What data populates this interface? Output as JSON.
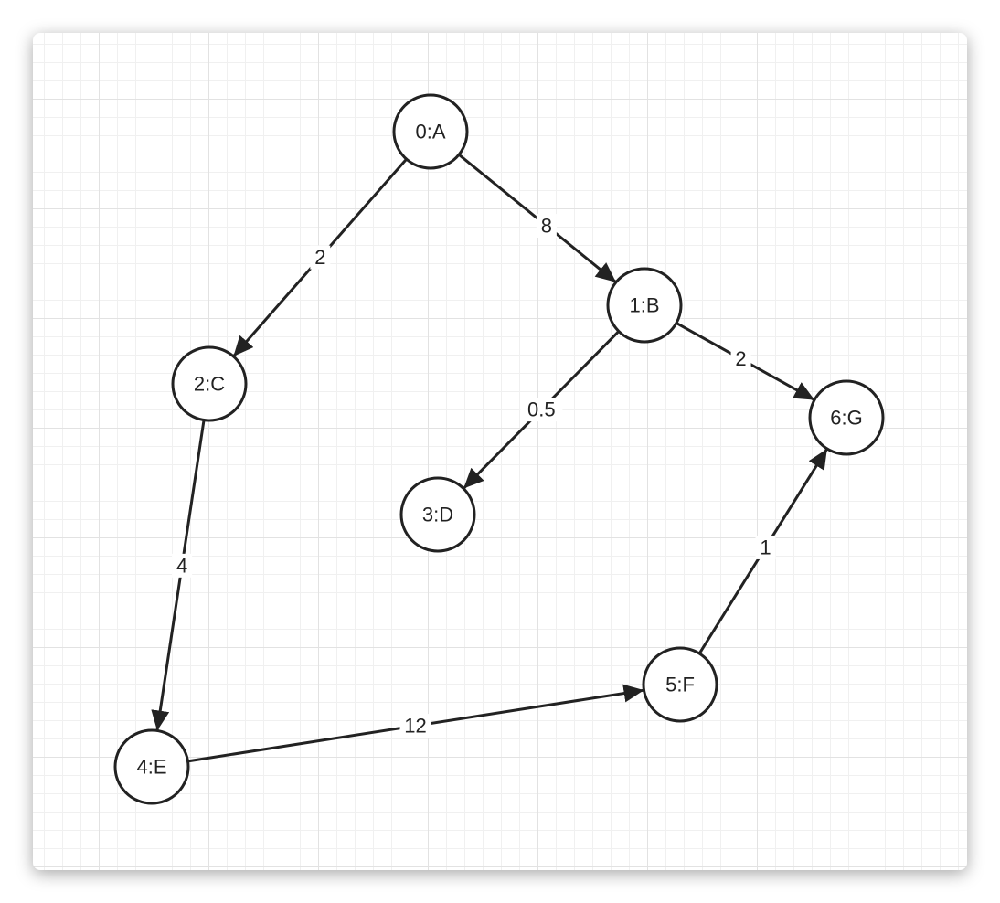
{
  "graph": {
    "nodes": [
      {
        "id": "A",
        "label": "0:A"
      },
      {
        "id": "B",
        "label": "1:B"
      },
      {
        "id": "C",
        "label": "2:C"
      },
      {
        "id": "D",
        "label": "3:D"
      },
      {
        "id": "E",
        "label": "4:E"
      },
      {
        "id": "F",
        "label": "5:F"
      },
      {
        "id": "G",
        "label": "6:G"
      }
    ],
    "edges": [
      {
        "from": "A",
        "to": "B",
        "weight": "8"
      },
      {
        "from": "A",
        "to": "C",
        "weight": "2"
      },
      {
        "from": "B",
        "to": "G",
        "weight": "2"
      },
      {
        "from": "B",
        "to": "D",
        "weight": "0.5"
      },
      {
        "from": "C",
        "to": "E",
        "weight": "4"
      },
      {
        "from": "E",
        "to": "F",
        "weight": "12"
      },
      {
        "from": "F",
        "to": "G",
        "weight": "1"
      }
    ]
  }
}
